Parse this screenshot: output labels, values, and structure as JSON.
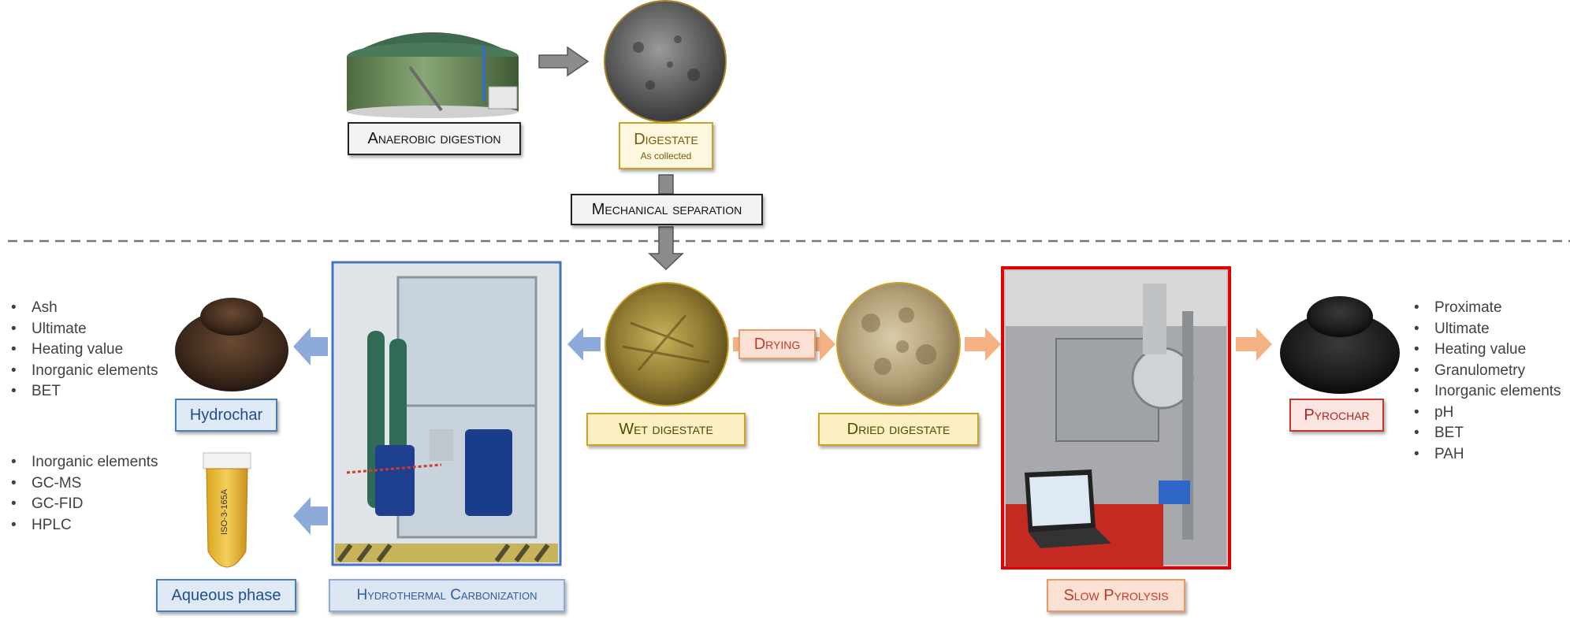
{
  "labels": {
    "anaerobic_digestion": "Anaerobic digestion",
    "digestate": "Digestate",
    "digestate_sub": "As collected",
    "mechanical_separation": "Mechanical separation",
    "wet_digestate": "Wet digestate",
    "drying": "Drying",
    "dried_digestate": "Dried digestate",
    "hydrothermal_carbonization": "Hydrothermal Carbonization",
    "slow_pyrolysis": "Slow Pyrolysis",
    "hydrochar": "Hydrochar",
    "aqueous_phase": "Aqueous phase",
    "pyrochar": "Pyrochar"
  },
  "hydrochar_analyses": [
    "Ash",
    "Ultimate",
    "Heating value",
    "Inorganic elements",
    "BET"
  ],
  "aqueous_analyses": [
    "Inorganic elements",
    "GC-MS",
    "GC-FID",
    "HPLC"
  ],
  "pyrochar_analyses": [
    "Proximate",
    "Ultimate",
    "Heating value",
    "Granulometry",
    "Inorganic elements",
    "pH",
    "BET",
    "PAH"
  ],
  "tube_label": "ISO-3-165A",
  "colors": {
    "gray_arrow": "#8c8c8c",
    "blue_arrow": "#8eaadb",
    "orange_arrow": "#f4b183",
    "hydrochar_frame": "#4472c4",
    "pyrolysis_frame": "#e00000"
  }
}
